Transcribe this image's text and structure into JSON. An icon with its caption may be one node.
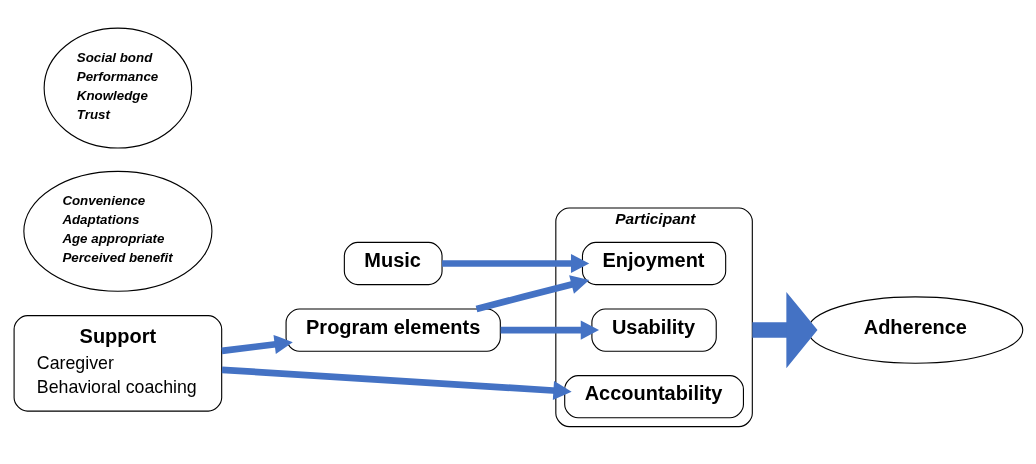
{
  "diagram": {
    "nodes": [
      {
        "text": [
          "Participant"
        ]
      },
      {
        "text": [
          "Music"
        ]
      },
      {
        "text": [
          "Enjoyment"
        ],
        "in": 0
      },
      {
        "text": [
          "Convenience",
          "Adaptations",
          "Age appropriate",
          "Perceived benefit"
        ]
      },
      {
        "text": [
          "Program elements"
        ]
      },
      {
        "text": [
          "Usability"
        ],
        "in": 0
      },
      {
        "text": [
          "Adherence"
        ]
      },
      {
        "text": [
          "Social bond",
          "Performance",
          "Knowledge",
          "Trust"
        ]
      },
      {
        "text": [
          "Support",
          "Caregiver",
          "Behavioral coaching"
        ]
      },
      {
        "text": [
          "Accountability"
        ],
        "in": 0
      }
    ],
    "edges": [
      {
        "from": 1,
        "to": 2,
        "arrow": "to"
      },
      {
        "from": 4,
        "to": 2,
        "arrow": "to"
      },
      {
        "from": 4,
        "to": 5,
        "arrow": "to"
      },
      {
        "from": 8,
        "to": 4,
        "arrow": "to"
      },
      {
        "from": 8,
        "to": 9,
        "arrow": "to"
      },
      {
        "from": 0,
        "to": 6,
        "arrow": "to",
        "style": "thick"
      }
    ]
  }
}
